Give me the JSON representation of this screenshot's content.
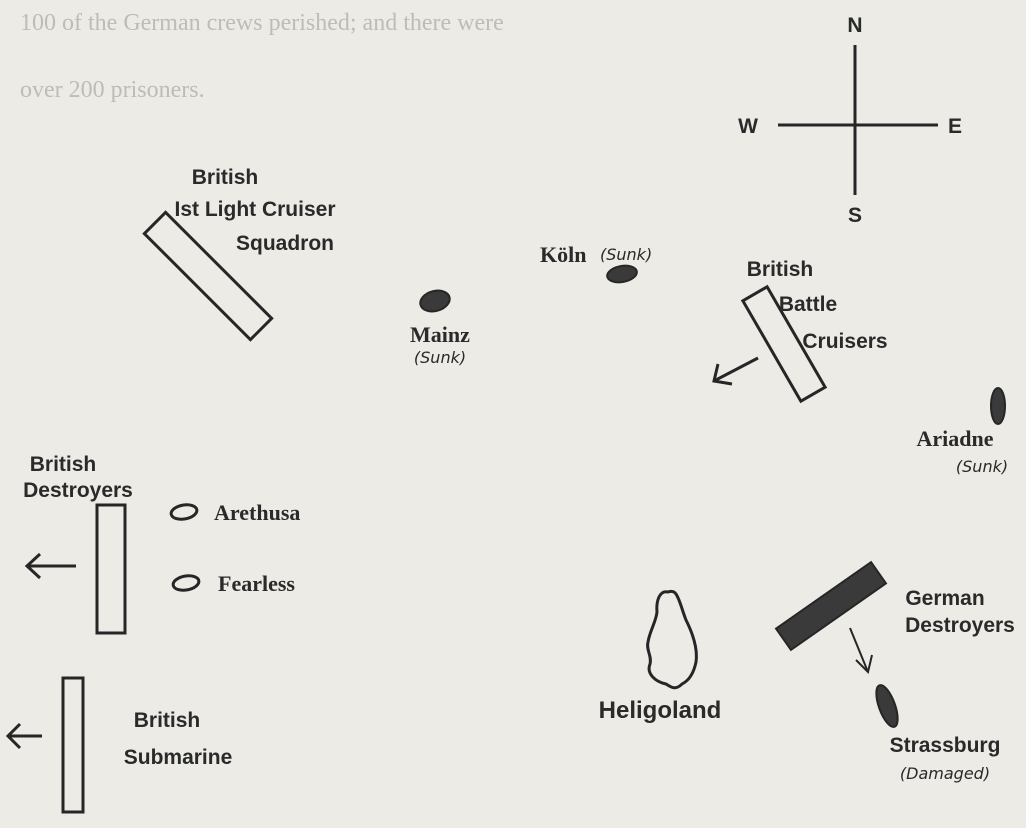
{
  "background_text": {
    "line1": "100 of the German crews perished; and there were",
    "line2": "over 200 prisoners."
  },
  "compass": {
    "north": "N",
    "south": "S",
    "west": "W",
    "east": "E"
  },
  "units": {
    "light_cruiser_squadron": {
      "line1": "British",
      "line2": "Ist Light Cruiser",
      "line3": "Squadron"
    },
    "koln": {
      "name": "Köln",
      "status": "(Sunk)"
    },
    "mainz": {
      "name": "Mainz",
      "status": "(Sunk)"
    },
    "battle_cruisers": {
      "line1": "British",
      "line2": "Battle",
      "line3": "Cruisers"
    },
    "ariadne": {
      "name": "Ariadne",
      "status": "(Sunk)"
    },
    "british_destroyers": {
      "line1": "British",
      "line2": "Destroyers"
    },
    "arethusa": {
      "name": "Arethusa"
    },
    "fearless": {
      "name": "Fearless"
    },
    "submarine": {
      "line1": "British",
      "line2": "Submarine"
    },
    "heligoland": {
      "name": "Heligoland"
    },
    "german_destroyers": {
      "line1": "German",
      "line2": "Destroyers"
    },
    "strassburg": {
      "name": "Strassburg",
      "status": "(Damaged)"
    }
  },
  "colors": {
    "ink": "#262626",
    "paper": "#ecebe6"
  }
}
